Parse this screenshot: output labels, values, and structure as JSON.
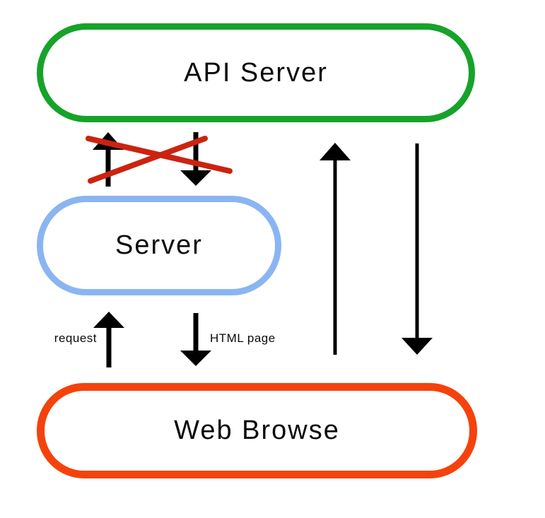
{
  "nodes": {
    "api_server": {
      "label": "API Server",
      "border_color": "#16a32a"
    },
    "server": {
      "label": "Server",
      "border_color": "#8ab5f2"
    },
    "web_browser": {
      "label": "Web Browse",
      "border_color": "#f5420d"
    }
  },
  "edge_labels": {
    "request": "request",
    "html_page": "HTML page"
  },
  "edges": [
    {
      "from": "server",
      "to": "api_server",
      "direction": "up",
      "status": "blocked"
    },
    {
      "from": "api_server",
      "to": "server",
      "direction": "down",
      "status": "blocked"
    },
    {
      "from": "web_browser",
      "to": "server",
      "direction": "up",
      "label": "request"
    },
    {
      "from": "server",
      "to": "web_browser",
      "direction": "down",
      "label": "HTML page"
    },
    {
      "from": "web_browser",
      "to": "api_server",
      "direction": "up"
    },
    {
      "from": "api_server",
      "to": "web_browser",
      "direction": "down"
    }
  ],
  "colors": {
    "green": "#16a32a",
    "blue": "#8ab5f2",
    "orange": "#f5420d",
    "arrow": "#000000",
    "cross": "#cc2310",
    "text": "#0a0a0a"
  }
}
